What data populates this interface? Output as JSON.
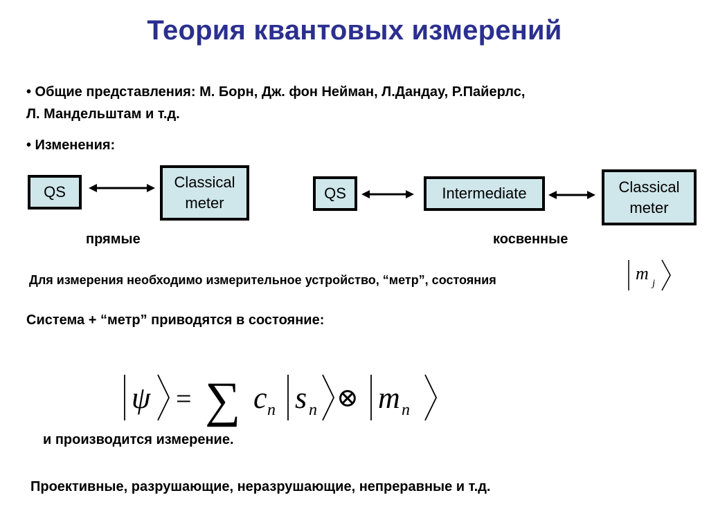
{
  "title": "Теория квантовых измерений",
  "bullets": {
    "general_line1": "• Общие представления: М. Борн, Дж. фон Нейман, Л.Дандау, Р.Пайерлс,",
    "general_line2": "Л. Мандельштам и т.д.",
    "changes": "• Изменения:"
  },
  "diagram_direct": {
    "qs": "QS",
    "meter_line1": "Classical",
    "meter_line2": "meter",
    "caption": "прямые"
  },
  "diagram_indirect": {
    "qs": "QS",
    "intermediate": "Intermediate",
    "meter_line1": "Classical",
    "meter_line2": "meter",
    "caption": "косвенные"
  },
  "device_text": "Для измерения необходимо измерительное устройство, “метр”, состояния",
  "meter_state": {
    "symbol": "m",
    "index": "j"
  },
  "system_text": "Система + “метр” приводятся в состояние:",
  "formula": {
    "psi": "ψ",
    "equals": "=",
    "sum": "∑",
    "coef": "c",
    "coef_index": "n",
    "state_s": "s",
    "state_s_index": "n",
    "tensor": "⊗",
    "state_m": "m",
    "state_m_index": "n"
  },
  "measure_text": "и производится измерение.",
  "types_text": "Проективные, разрушающие, неразрушающие, непреравные и т.д."
}
